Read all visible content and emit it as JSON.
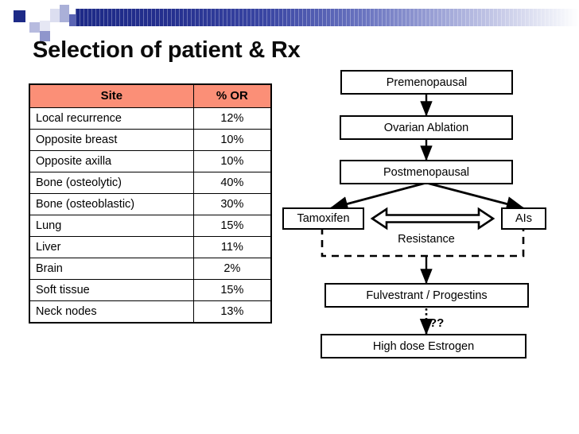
{
  "slide": {
    "title": "Selection of patient & Rx"
  },
  "theme": {
    "header_dark": "#1d2a87",
    "header_light": "#ffffff",
    "table_header_bg": "#fb8f77",
    "ink": "#000000"
  },
  "table": {
    "name": "site-response-table",
    "columns": [
      "Site",
      "% OR"
    ],
    "rows": [
      {
        "site": "Local recurrence",
        "or": "12%"
      },
      {
        "site": "Opposite breast",
        "or": "10%"
      },
      {
        "site": "Opposite axilla",
        "or": "10%"
      },
      {
        "site": "Bone (osteolytic)",
        "or": "40%"
      },
      {
        "site": "Bone (osteoblastic)",
        "or": "30%"
      },
      {
        "site": "Lung",
        "or": "15%"
      },
      {
        "site": "Liver",
        "or": "11%"
      },
      {
        "site": "Brain",
        "or": "2%"
      },
      {
        "site": "Soft tissue",
        "or": "15%"
      },
      {
        "site": "Neck nodes",
        "or": "13%"
      }
    ]
  },
  "flowchart": {
    "nodes": {
      "premenopausal": "Premenopausal",
      "ovarian_ablation": "Ovarian Ablation",
      "postmenopausal": "Postmenopausal",
      "tamoxifen": "Tamoxifen",
      "ais": "AIs",
      "fulvestrant": "Fulvestrant / Progestins",
      "high_dose_estrogen": "High dose Estrogen"
    },
    "labels": {
      "resistance": "Resistance",
      "question": "??"
    }
  }
}
